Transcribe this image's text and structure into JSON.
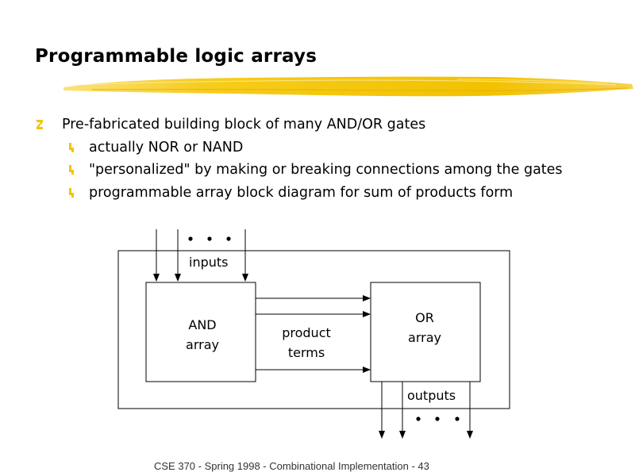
{
  "slide": {
    "title": "Programmable logic arrays",
    "accent_color": "#f5c400",
    "bullets": [
      {
        "level": 1,
        "text": "Pre-fabricated building block of many AND/OR gates"
      },
      {
        "level": 2,
        "text": "actually NOR or NAND"
      },
      {
        "level": 2,
        "text": "\"personalized\" by making or breaking connections among the gates"
      },
      {
        "level": 2,
        "text": "programmable array block diagram for sum of products form"
      }
    ],
    "bullet_color": "#f5c400",
    "footer": "CSE 370 - Spring 1998 - Combinational Implementation - 43"
  },
  "diagram": {
    "inputs_label": "inputs",
    "and_array_label": [
      "AND",
      "array"
    ],
    "product_terms_label": [
      "product",
      "terms"
    ],
    "or_array_label": [
      "OR",
      "array"
    ],
    "outputs_label": "outputs"
  }
}
